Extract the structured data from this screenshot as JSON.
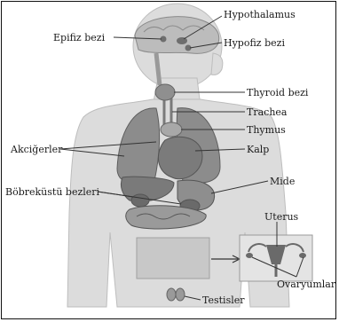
{
  "labels": {
    "hypothalamus": "Hypothalamus",
    "epiphysis": "Epifiz bezi",
    "pituitary": "Hypofiz bezi",
    "thyroid": "Thyroid bezi",
    "trachea": "Trachea",
    "thymus": "Thymus",
    "lungs": "Akciğerler",
    "heart": "Kalp",
    "stomach": "Mide",
    "adrenal": "Böbreküstü bezleri",
    "uterus": "Uterus",
    "ovaries": "Ovaryumlar",
    "testes": "Testisler"
  },
  "colors": {
    "body_light": "#d9d9d9",
    "body_mid": "#a8a8a8",
    "organ_dark": "#6e6e6e",
    "line": "#333333"
  }
}
